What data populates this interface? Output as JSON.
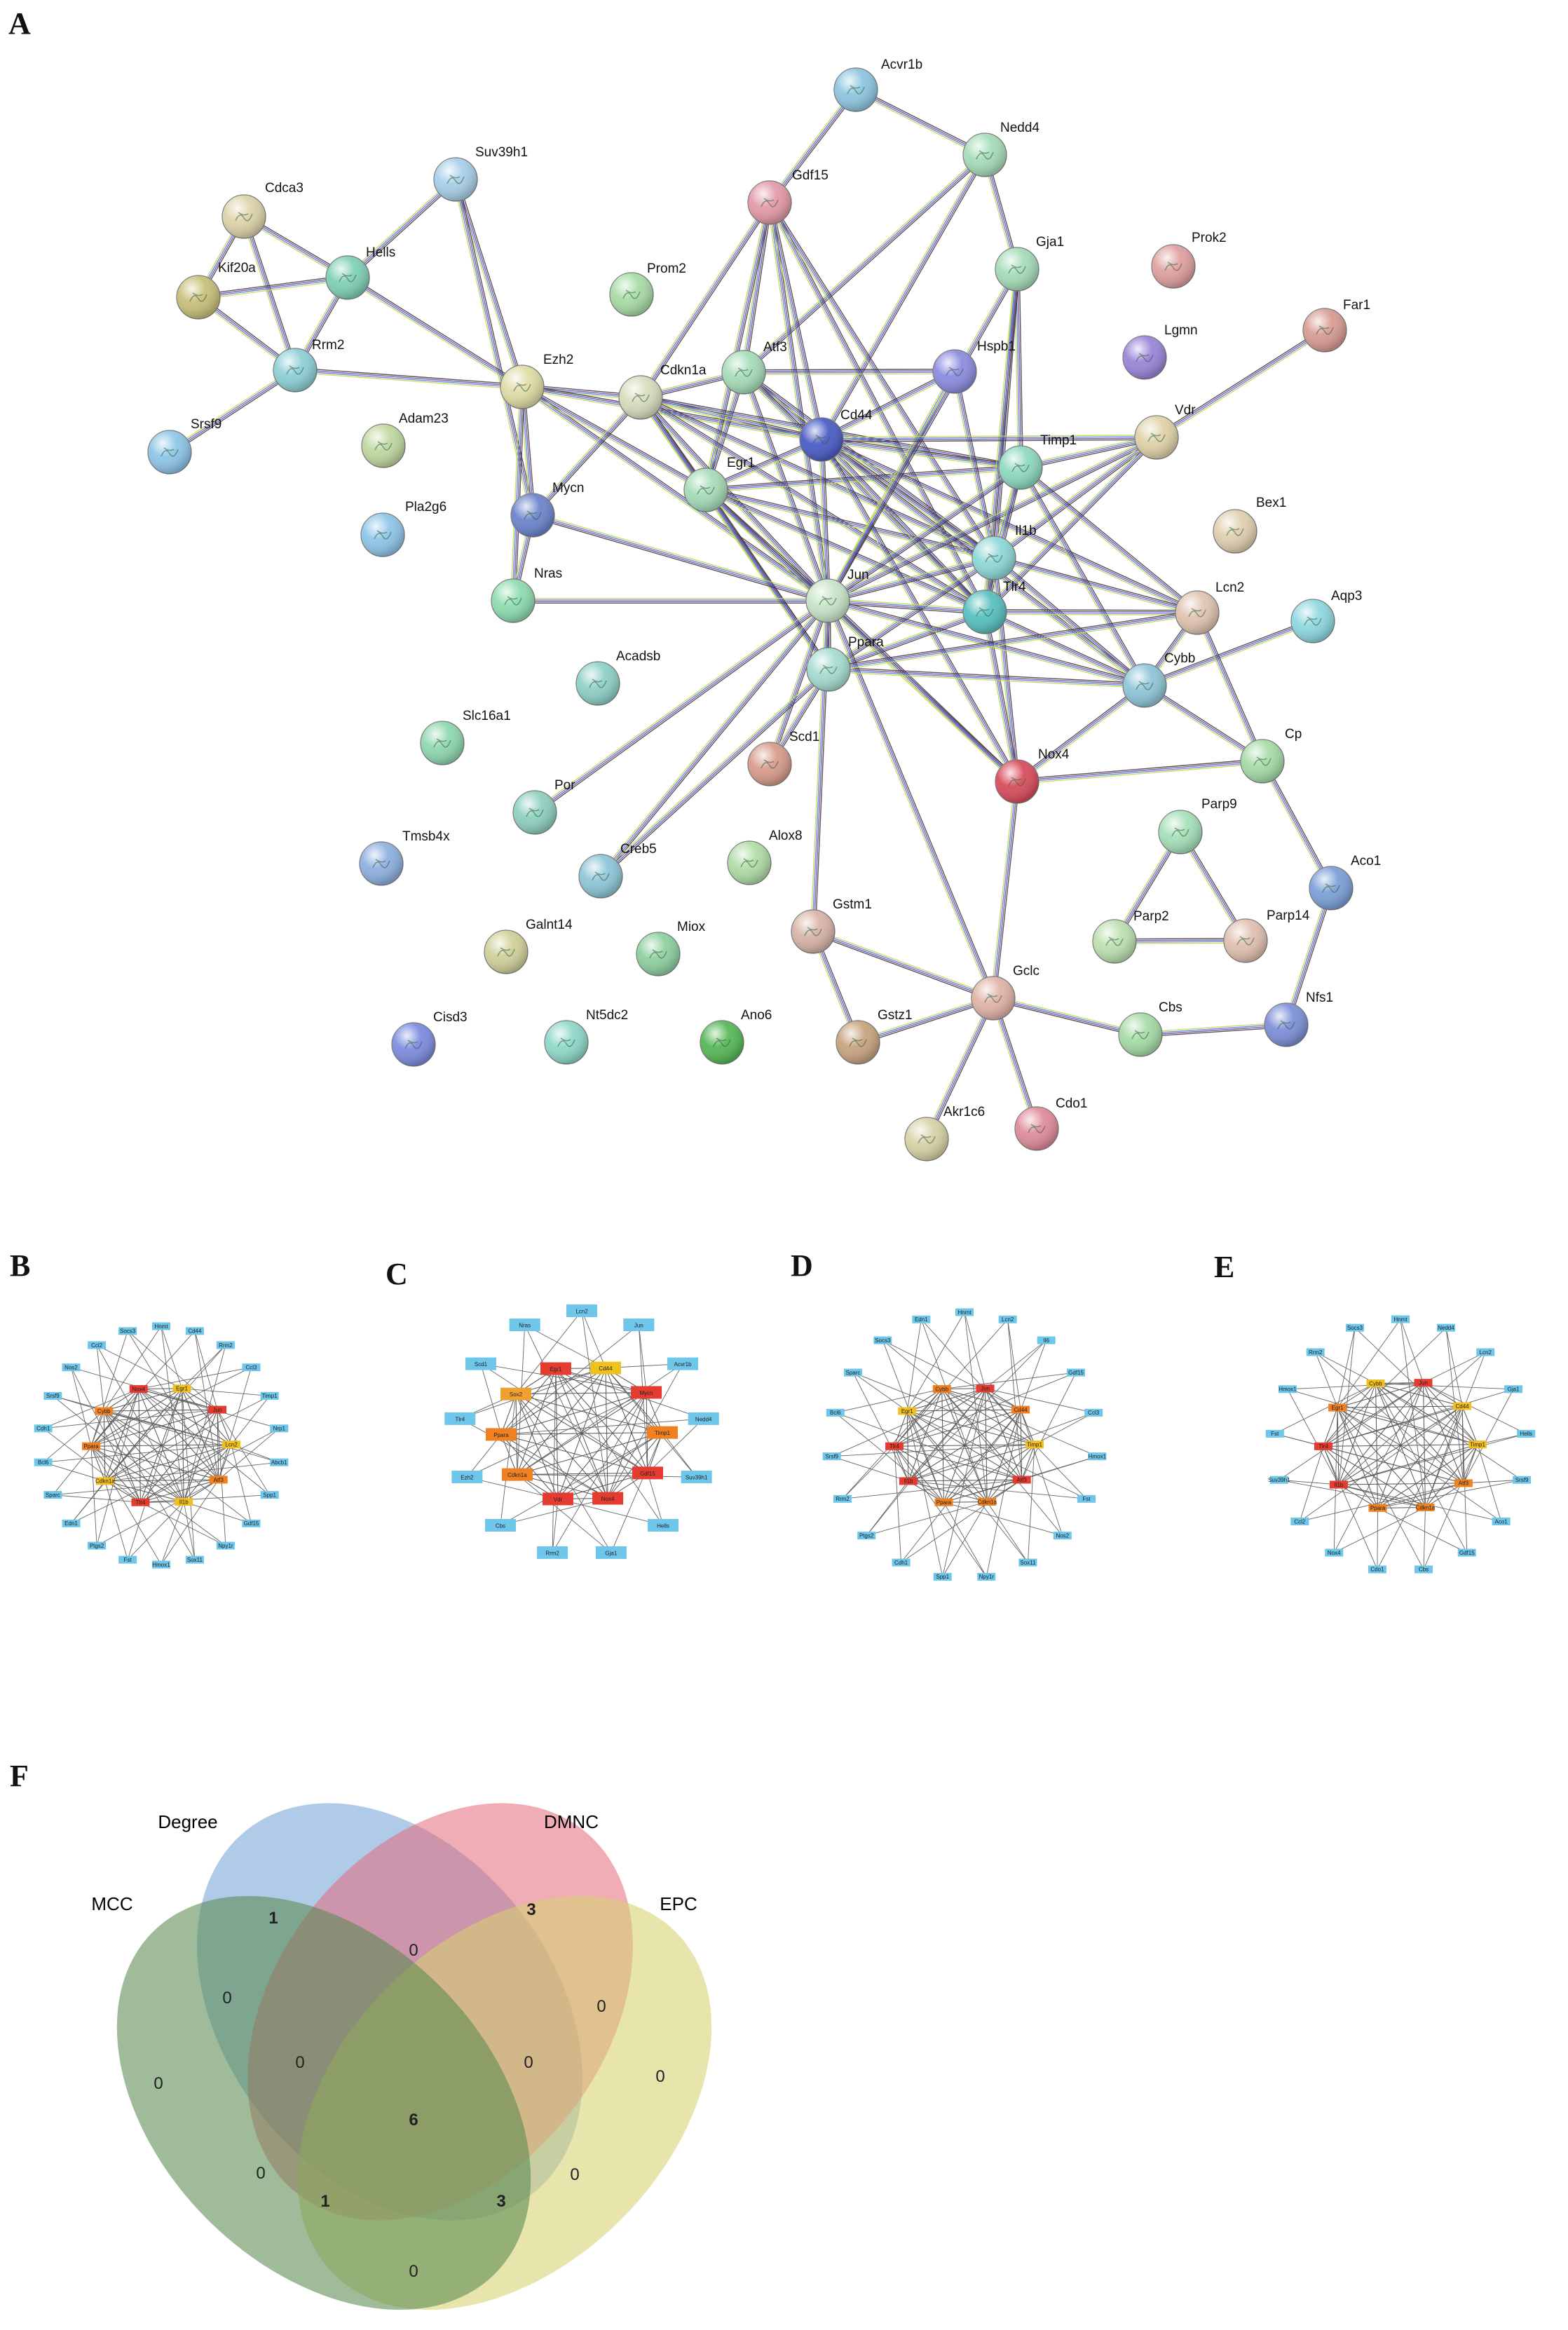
{
  "panel_labels": {
    "a": "A",
    "b": "B",
    "c": "C",
    "d": "D",
    "e": "E",
    "f": "F"
  },
  "network": {
    "nodes": [
      {
        "id": "Acvr1b",
        "color": "#8ec6e0"
      },
      {
        "id": "Nedd4",
        "color": "#a6dcb8"
      },
      {
        "id": "Suv39h1",
        "color": "#a8cfe8"
      },
      {
        "id": "Gdf15",
        "color": "#e39aa6"
      },
      {
        "id": "Cdca3",
        "color": "#ddd3aa"
      },
      {
        "id": "Gja1",
        "color": "#a6dcb8"
      },
      {
        "id": "Prok2",
        "color": "#e0a0a0"
      },
      {
        "id": "Hells",
        "color": "#7fd0b6"
      },
      {
        "id": "Kif20a",
        "color": "#c8c07a"
      },
      {
        "id": "Prom2",
        "color": "#a8dca6"
      },
      {
        "id": "Far1",
        "color": "#d89c92"
      },
      {
        "id": "Atf3",
        "color": "#a6dcb8"
      },
      {
        "id": "Hspb1",
        "color": "#8c8ce0"
      },
      {
        "id": "Lgmn",
        "color": "#9a86d8"
      },
      {
        "id": "Rrm2",
        "color": "#8ed0d6"
      },
      {
        "id": "Ezh2",
        "color": "#e0dca6"
      },
      {
        "id": "Cdkn1a",
        "color": "#d8dcbc"
      },
      {
        "id": "Cd44",
        "color": "#4a5cc4"
      },
      {
        "id": "Vdr",
        "color": "#e0d2a8"
      },
      {
        "id": "Srsf9",
        "color": "#8ec6e8"
      },
      {
        "id": "Adam23",
        "color": "#c0d8a0"
      },
      {
        "id": "Timp1",
        "color": "#8ed8c0"
      },
      {
        "id": "Egr1",
        "color": "#a6dcb8"
      },
      {
        "id": "Mycn",
        "color": "#6c84cc"
      },
      {
        "id": "Pla2g6",
        "color": "#8ec6e8"
      },
      {
        "id": "Bex1",
        "color": "#e0d0b0"
      },
      {
        "id": "Il1b",
        "color": "#8ed8d8"
      },
      {
        "id": "Nras",
        "color": "#8edcb0"
      },
      {
        "id": "Jun",
        "color": "#c8e4c8"
      },
      {
        "id": "Tlr4",
        "color": "#58c0c0"
      },
      {
        "id": "Lcn2",
        "color": "#e0c4b0"
      },
      {
        "id": "Aqp3",
        "color": "#8ed8e0"
      },
      {
        "id": "Acadsb",
        "color": "#8ed0c8"
      },
      {
        "id": "Ppara",
        "color": "#a6dcd0"
      },
      {
        "id": "Cybb",
        "color": "#8ec6d8"
      },
      {
        "id": "Slc16a1",
        "color": "#8ed8b0"
      },
      {
        "id": "Scd1",
        "color": "#d89c8c"
      },
      {
        "id": "Nox4",
        "color": "#d84c5c"
      },
      {
        "id": "Cp",
        "color": "#a6dca6"
      },
      {
        "id": "Por",
        "color": "#8ed0c0"
      },
      {
        "id": "Tmsb4x",
        "color": "#8eb0e0"
      },
      {
        "id": "Parp9",
        "color": "#a6e0b8"
      },
      {
        "id": "Creb5",
        "color": "#8ec6d8"
      },
      {
        "id": "Alox8",
        "color": "#b0dca6"
      },
      {
        "id": "Aco1",
        "color": "#7ca0d8"
      },
      {
        "id": "Gstm1",
        "color": "#d8b4a8"
      },
      {
        "id": "Galnt14",
        "color": "#d0d09a"
      },
      {
        "id": "Miox",
        "color": "#8ed0a0"
      },
      {
        "id": "Parp2",
        "color": "#bce0b0"
      },
      {
        "id": "Parp14",
        "color": "#e0c0b0"
      },
      {
        "id": "Gclc",
        "color": "#e0b4a8"
      },
      {
        "id": "Cisd3",
        "color": "#7c8ce0"
      },
      {
        "id": "Nt5dc2",
        "color": "#8ed8c8"
      },
      {
        "id": "Ano6",
        "color": "#56b856"
      },
      {
        "id": "Gstz1",
        "color": "#c8a480"
      },
      {
        "id": "Cbs",
        "color": "#a6dca6"
      },
      {
        "id": "Nfs1",
        "color": "#7c90d8"
      },
      {
        "id": "Akr1c6",
        "color": "#d8d2a6"
      },
      {
        "id": "Cdo1",
        "color": "#e08c9c"
      }
    ],
    "edges": [
      [
        "Acvr1b",
        "Nedd4"
      ],
      [
        "Acvr1b",
        "Gdf15"
      ],
      [
        "Nedd4",
        "Gja1"
      ],
      [
        "Nedd4",
        "Cd44"
      ],
      [
        "Nedd4",
        "Atf3"
      ],
      [
        "Suv39h1",
        "Hells"
      ],
      [
        "Suv39h1",
        "Ezh2"
      ],
      [
        "Suv39h1",
        "Mycn"
      ],
      [
        "Cdca3",
        "Kif20a"
      ],
      [
        "Cdca3",
        "Hells"
      ],
      [
        "Cdca3",
        "Rrm2"
      ],
      [
        "Kif20a",
        "Hells"
      ],
      [
        "Kif20a",
        "Rrm2"
      ],
      [
        "Hells",
        "Rrm2"
      ],
      [
        "Hells",
        "Ezh2"
      ],
      [
        "Rrm2",
        "Srsf9"
      ],
      [
        "Rrm2",
        "Ezh2"
      ],
      [
        "Ezh2",
        "Cdkn1a"
      ],
      [
        "Ezh2",
        "Mycn"
      ],
      [
        "Ezh2",
        "Nras"
      ],
      [
        "Ezh2",
        "Jun"
      ],
      [
        "Ezh2",
        "Egr1"
      ],
      [
        "Ezh2",
        "Cd44"
      ],
      [
        "Gdf15",
        "Atf3"
      ],
      [
        "Gdf15",
        "Cdkn1a"
      ],
      [
        "Gdf15",
        "Egr1"
      ],
      [
        "Gdf15",
        "Jun"
      ],
      [
        "Gdf15",
        "Cd44"
      ],
      [
        "Gdf15",
        "Tlr4"
      ],
      [
        "Gdf15",
        "Il1b"
      ],
      [
        "Atf3",
        "Cdkn1a"
      ],
      [
        "Atf3",
        "Egr1"
      ],
      [
        "Atf3",
        "Jun"
      ],
      [
        "Atf3",
        "Cd44"
      ],
      [
        "Atf3",
        "Hspb1"
      ],
      [
        "Atf3",
        "Il1b"
      ],
      [
        "Atf3",
        "Tlr4"
      ],
      [
        "Cdkn1a",
        "Egr1"
      ],
      [
        "Cdkn1a",
        "Jun"
      ],
      [
        "Cdkn1a",
        "Cd44"
      ],
      [
        "Cdkn1a",
        "Mycn"
      ],
      [
        "Cdkn1a",
        "Il1b"
      ],
      [
        "Cdkn1a",
        "Tlr4"
      ],
      [
        "Cdkn1a",
        "Ppara"
      ],
      [
        "Cdkn1a",
        "Timp1"
      ],
      [
        "Egr1",
        "Jun"
      ],
      [
        "Egr1",
        "Il1b"
      ],
      [
        "Egr1",
        "Tlr4"
      ],
      [
        "Egr1",
        "Cd44"
      ],
      [
        "Egr1",
        "Ppara"
      ],
      [
        "Egr1",
        "Nox4"
      ],
      [
        "Egr1",
        "Timp1"
      ],
      [
        "Cd44",
        "Jun"
      ],
      [
        "Cd44",
        "Il1b"
      ],
      [
        "Cd44",
        "Tlr4"
      ],
      [
        "Cd44",
        "Timp1"
      ],
      [
        "Cd44",
        "Hspb1"
      ],
      [
        "Cd44",
        "Cybb"
      ],
      [
        "Cd44",
        "Nox4"
      ],
      [
        "Cd44",
        "Lcn2"
      ],
      [
        "Hspb1",
        "Jun"
      ],
      [
        "Hspb1",
        "Il1b"
      ],
      [
        "Gja1",
        "Timp1"
      ],
      [
        "Gja1",
        "Jun"
      ],
      [
        "Gja1",
        "Il1b"
      ],
      [
        "Gja1",
        "Tlr4"
      ],
      [
        "Vdr",
        "Far1"
      ],
      [
        "Vdr",
        "Jun"
      ],
      [
        "Vdr",
        "Il1b"
      ],
      [
        "Vdr",
        "Tlr4"
      ],
      [
        "Vdr",
        "Timp1"
      ],
      [
        "Vdr",
        "Cd44"
      ],
      [
        "Timp1",
        "Jun"
      ],
      [
        "Timp1",
        "Il1b"
      ],
      [
        "Timp1",
        "Tlr4"
      ],
      [
        "Timp1",
        "Lcn2"
      ],
      [
        "Timp1",
        "Cybb"
      ],
      [
        "Il1b",
        "Jun"
      ],
      [
        "Il1b",
        "Tlr4"
      ],
      [
        "Il1b",
        "Lcn2"
      ],
      [
        "Il1b",
        "Cybb"
      ],
      [
        "Il1b",
        "Ppara"
      ],
      [
        "Il1b",
        "Nox4"
      ],
      [
        "Tlr4",
        "Jun"
      ],
      [
        "Tlr4",
        "Lcn2"
      ],
      [
        "Tlr4",
        "Cybb"
      ],
      [
        "Tlr4",
        "Ppara"
      ],
      [
        "Tlr4",
        "Nox4"
      ],
      [
        "Jun",
        "Ppara"
      ],
      [
        "Jun",
        "Nras"
      ],
      [
        "Jun",
        "Mycn"
      ],
      [
        "Jun",
        "Creb5"
      ],
      [
        "Jun",
        "Scd1"
      ],
      [
        "Jun",
        "Gstm1"
      ],
      [
        "Jun",
        "Nox4"
      ],
      [
        "Jun",
        "Por"
      ],
      [
        "Jun",
        "Cybb"
      ],
      [
        "Jun",
        "Gclc"
      ],
      [
        "Ppara",
        "Scd1"
      ],
      [
        "Ppara",
        "Cybb"
      ],
      [
        "Ppara",
        "Lcn2"
      ],
      [
        "Ppara",
        "Creb5"
      ],
      [
        "Nox4",
        "Cybb"
      ],
      [
        "Nox4",
        "Cp"
      ],
      [
        "Nox4",
        "Gclc"
      ],
      [
        "Cybb",
        "Cp"
      ],
      [
        "Cybb",
        "Aqp3"
      ],
      [
        "Cybb",
        "Lcn2"
      ],
      [
        "Lcn2",
        "Cp"
      ],
      [
        "Cp",
        "Aco1"
      ],
      [
        "Aco1",
        "Nfs1"
      ],
      [
        "Nfs1",
        "Cbs"
      ],
      [
        "Cbs",
        "Gclc"
      ],
      [
        "Gclc",
        "Gstm1"
      ],
      [
        "Gclc",
        "Gstz1"
      ],
      [
        "Gclc",
        "Akr1c6"
      ],
      [
        "Gclc",
        "Cdo1"
      ],
      [
        "Gstm1",
        "Gstz1"
      ],
      [
        "Parp9",
        "Parp2"
      ],
      [
        "Parp9",
        "Parp14"
      ],
      [
        "Parp2",
        "Parp14"
      ],
      [
        "Mycn",
        "Nras"
      ]
    ]
  },
  "hub_networks": [
    {
      "panel": "B",
      "outer": [
        "Hnmt",
        "Cd44",
        "Rrm2",
        "Ccl3",
        "Timp1",
        "Nrp1",
        "Abcb1",
        "Spp1",
        "Gdf15",
        "Npy1r",
        "Sox11",
        "Hmox1",
        "Fst",
        "Ptgs2",
        "Edn1",
        "Sparc",
        "Bcl6",
        "Cdh1",
        "Srsf9",
        "Nos2",
        "Ccl2",
        "Socs3"
      ],
      "inner": [
        {
          "label": "Egr1",
          "color": "#f0c020"
        },
        {
          "label": "Jun",
          "color": "#e43c30"
        },
        {
          "label": "Lcn2",
          "color": "#f0c020"
        },
        {
          "label": "Atf3",
          "color": "#f08020"
        },
        {
          "label": "Il1b",
          "color": "#f0c020"
        },
        {
          "label": "Tlr4",
          "color": "#e43c30"
        },
        {
          "label": "Cdkn1a",
          "color": "#f0c020"
        },
        {
          "label": "Ppara",
          "color": "#f08020"
        },
        {
          "label": "Cybb",
          "color": "#f08020"
        },
        {
          "label": "Nox4",
          "color": "#e43c30"
        }
      ]
    },
    {
      "panel": "C",
      "outer": [
        "Lcn2",
        "Jun",
        "Acvr1b",
        "Nedd4",
        "Suv39h1",
        "Hells",
        "Gja1",
        "Rrm2",
        "Cbs",
        "Ezh2",
        "Tlr4",
        "Scd1",
        "Nras"
      ],
      "inner": [
        {
          "label": "Cd44",
          "color": "#f0c020"
        },
        {
          "label": "Mycn",
          "color": "#e43c30"
        },
        {
          "label": "Timp1",
          "color": "#f08020"
        },
        {
          "label": "Gdf15",
          "color": "#e43c30"
        },
        {
          "label": "Nox4",
          "color": "#e43c30"
        },
        {
          "label": "Vdr",
          "color": "#e43c30"
        },
        {
          "label": "Cdkn1a",
          "color": "#f08020"
        },
        {
          "label": "Ppara",
          "color": "#f08020"
        },
        {
          "label": "Sox2",
          "color": "#f0a030"
        },
        {
          "label": "Egr1",
          "color": "#e43c30"
        }
      ]
    },
    {
      "panel": "D",
      "outer": [
        "Hnmt",
        "Lcn2",
        "Il6",
        "Gdf15",
        "Ccl3",
        "Hmox1",
        "Fst",
        "Nos2",
        "Sox11",
        "Npy1r",
        "Spp1",
        "Cdh1",
        "Ptgs2",
        "Rrm2",
        "Srsf9",
        "Bcl6",
        "Sparc",
        "Socs3",
        "Edn1"
      ],
      "inner": [
        {
          "label": "Jun",
          "color": "#e43c30"
        },
        {
          "label": "Cd44",
          "color": "#f08020"
        },
        {
          "label": "Timp1",
          "color": "#f0c020"
        },
        {
          "label": "Atf3",
          "color": "#e43c30"
        },
        {
          "label": "Cdkn1a",
          "color": "#f08020"
        },
        {
          "label": "Ppara",
          "color": "#f08020"
        },
        {
          "label": "Il1b",
          "color": "#e43c30"
        },
        {
          "label": "Tlr4",
          "color": "#e43c30"
        },
        {
          "label": "Egr1",
          "color": "#f0c020"
        },
        {
          "label": "Cybb",
          "color": "#f08020"
        }
      ]
    },
    {
      "panel": "E",
      "outer": [
        "Hnmt",
        "Nedd4",
        "Lcn2",
        "Gja1",
        "Hells",
        "Srsf9",
        "Aco1",
        "Gdf15",
        "Cbs",
        "Cdo1",
        "Nox4",
        "Ccl2",
        "Suv39h1",
        "Fst",
        "Hmox1",
        "Rrm2",
        "Socs3"
      ],
      "inner": [
        {
          "label": "Jun",
          "color": "#e43c30"
        },
        {
          "label": "Cd44",
          "color": "#f0c020"
        },
        {
          "label": "Timp1",
          "color": "#f0c020"
        },
        {
          "label": "Atf3",
          "color": "#f08020"
        },
        {
          "label": "Cdkn1a",
          "color": "#f08020"
        },
        {
          "label": "Ppara",
          "color": "#f08020"
        },
        {
          "label": "Il1b",
          "color": "#e43c30"
        },
        {
          "label": "Tlr4",
          "color": "#e43c30"
        },
        {
          "label": "Egr1",
          "color": "#f08020"
        },
        {
          "label": "Cybb",
          "color": "#f0c020"
        }
      ]
    }
  ],
  "venn": {
    "sets": [
      {
        "name": "Degree",
        "color": "#6fa0d6"
      },
      {
        "name": "DMNC",
        "color": "#e46a78"
      },
      {
        "name": "EPC",
        "color": "#d6d070"
      },
      {
        "name": "MCC",
        "color": "#5a8a50"
      }
    ],
    "counts": [
      "1",
      "3",
      "0",
      "0",
      "0",
      "0",
      "0",
      "0",
      "6",
      "0",
      "0",
      "0",
      "1",
      "3",
      "0"
    ],
    "bold_counts": [
      true,
      true,
      false,
      false,
      false,
      false,
      false,
      false,
      true,
      false,
      false,
      false,
      true,
      true,
      false
    ]
  }
}
